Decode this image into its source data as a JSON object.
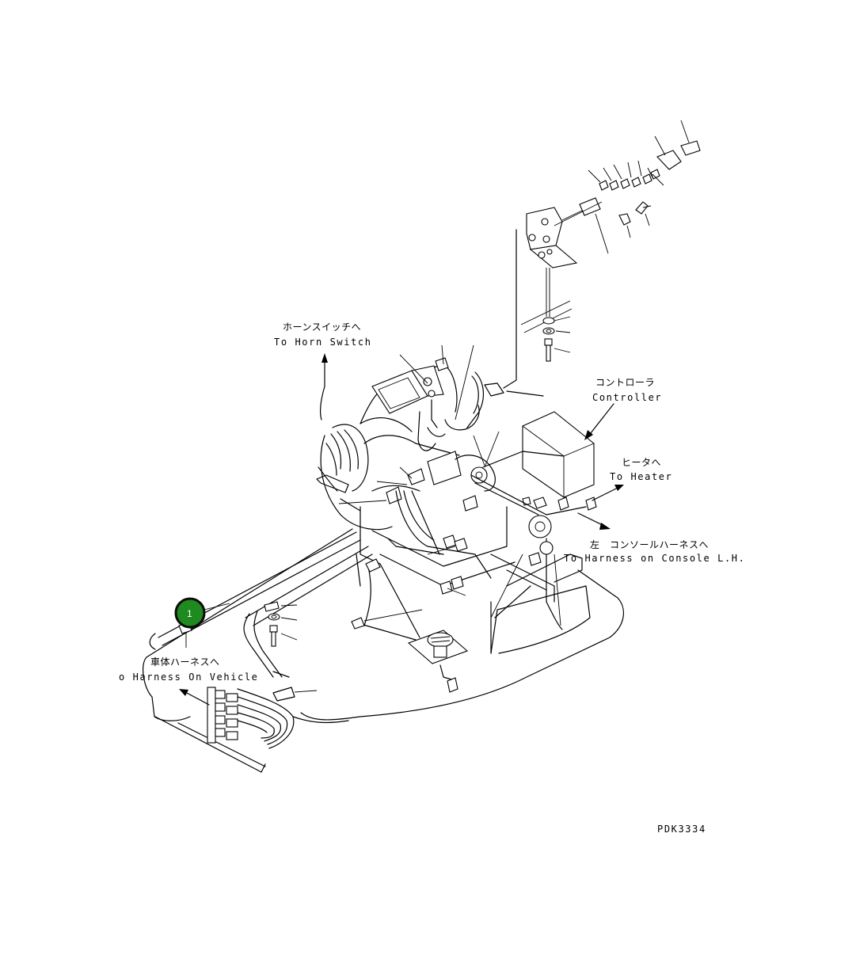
{
  "labels": {
    "horn_jp": "ホーンスイッチへ",
    "horn_en": "To Horn Switch",
    "controller_jp": "コントローラ",
    "controller_en": "Controller",
    "heater_jp": "ヒータへ",
    "heater_en": "To Heater",
    "console_jp": "左　コンソールハーネスへ",
    "console_en": "To Harness on Console L.H.",
    "vehicle_jp": "車体ハーネスへ",
    "vehicle_en": "o Harness On Vehicle",
    "drawing_no": "PDK3334"
  },
  "callouts": [
    {
      "number": "1",
      "color": "#1f8a1f"
    }
  ]
}
